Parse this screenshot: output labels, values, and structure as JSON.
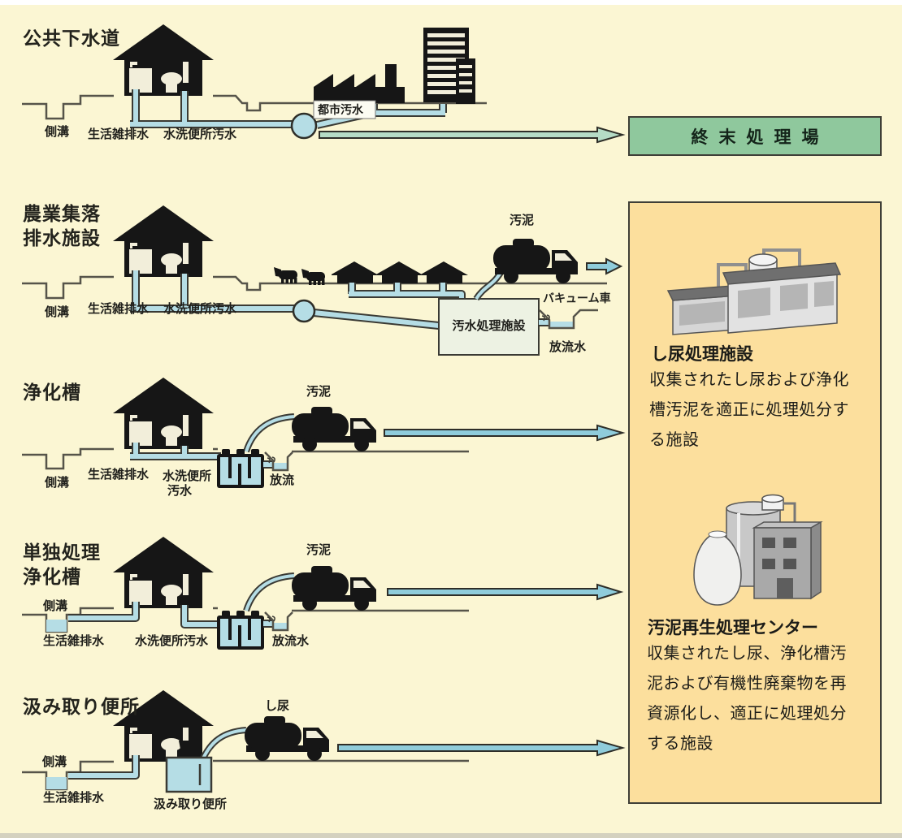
{
  "colors": {
    "bg": "#fbf6d3",
    "panel": "#fcdf9d",
    "green_box": "#8fc89d",
    "water": "#b5dde5",
    "arrow_blue": "#8fccdb",
    "arrow_green": "#b5dcc6",
    "ink": "#161616",
    "ground": "#56544a",
    "cut": "#f2eeda",
    "box_fill": "#edf2e3",
    "text": "#1f1f1b"
  },
  "rows": {
    "public_sewer": {
      "title": "公共下水道",
      "gutter": "側溝",
      "gray_water": "生活雑排水",
      "toilet_water": "水洗便所汚水",
      "urban_sewage": "都市汚水"
    },
    "rural": {
      "title_line1": "農業集落",
      "title_line2": "排水施設",
      "gutter": "側溝",
      "gray_water": "生活雑排水",
      "toilet_water": "水洗便所汚水",
      "sludge": "汚泥",
      "vacuum_truck": "バキューム車",
      "treatment_plant": "汚水処理施設",
      "effluent": "放流水"
    },
    "johkasou": {
      "title": "浄化槽",
      "gutter": "側溝",
      "gray_water": "生活雑排水",
      "toilet_water_line1": "水洗便所",
      "toilet_water_line2": "汚水",
      "sludge": "汚泥",
      "effluent": "放流"
    },
    "tandoku": {
      "title_line1": "単独処理",
      "title_line2": "浄化槽",
      "gutter": "側溝",
      "gray_water": "生活雑排水",
      "toilet_water": "水洗便所汚水",
      "sludge": "汚泥",
      "effluent": "放流水"
    },
    "kumitori": {
      "title": "汲み取り便所",
      "gutter": "側溝",
      "gray_water": "生活雑排水",
      "pit_toilet": "汲み取り便所",
      "night_soil": "し尿"
    }
  },
  "destinations": {
    "terminal_plant": "終末処理場",
    "night_soil_facility": {
      "title": "し尿処理施設",
      "description": "収集されたし尿および浄化槽汚泥を適正に処理処分する施設"
    },
    "sludge_center": {
      "title": "汚泥再生処理センター",
      "description": "収集されたし尿、浄化槽汚泥および有機性廃棄物を再資源化し、適正に処理処分する施設"
    }
  }
}
